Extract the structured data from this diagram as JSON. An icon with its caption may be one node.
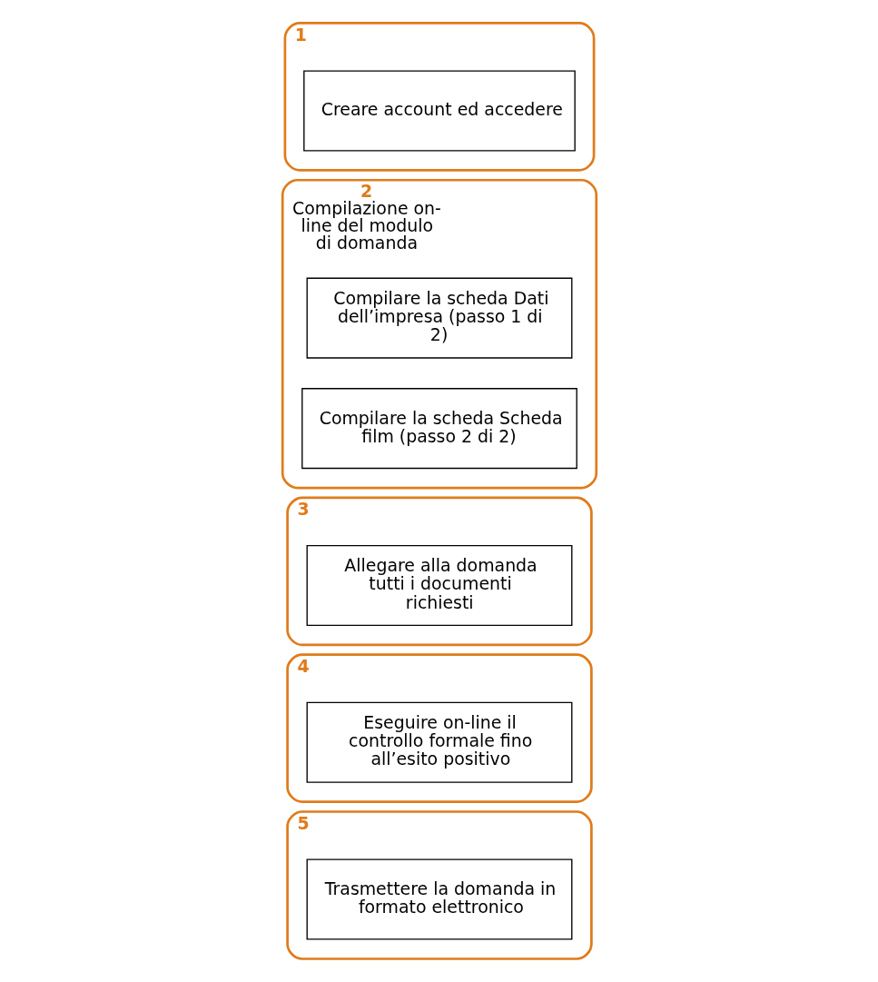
{
  "diagram": {
    "nodes": [
      {
        "text": [
          "1"
        ]
      },
      {
        "text": [
          "Creare account ed accedere"
        ],
        "in": 0
      },
      {
        "text": [
          "2",
          "Compilazione on-line del modulo di domanda"
        ]
      },
      {
        "text": [
          "Compilare la scheda Dati dell’impresa (passo 1 di 2)"
        ],
        "in": 2
      },
      {
        "text": [
          "Compilare la scheda Scheda film (passo 2 di 2)"
        ],
        "in": 2
      },
      {
        "text": [
          "3"
        ]
      },
      {
        "text": [
          "Allegare alla domanda tutti i documenti richiesti"
        ],
        "in": 5
      },
      {
        "text": [
          "4"
        ]
      },
      {
        "text": [
          "Eseguire on-line il controllo formale fino all’esito positivo"
        ],
        "in": 7
      },
      {
        "text": [
          "5"
        ]
      },
      {
        "text": [
          "Trasmettere la domanda in formato elettronico"
        ],
        "in": 9
      }
    ],
    "edges": []
  }
}
